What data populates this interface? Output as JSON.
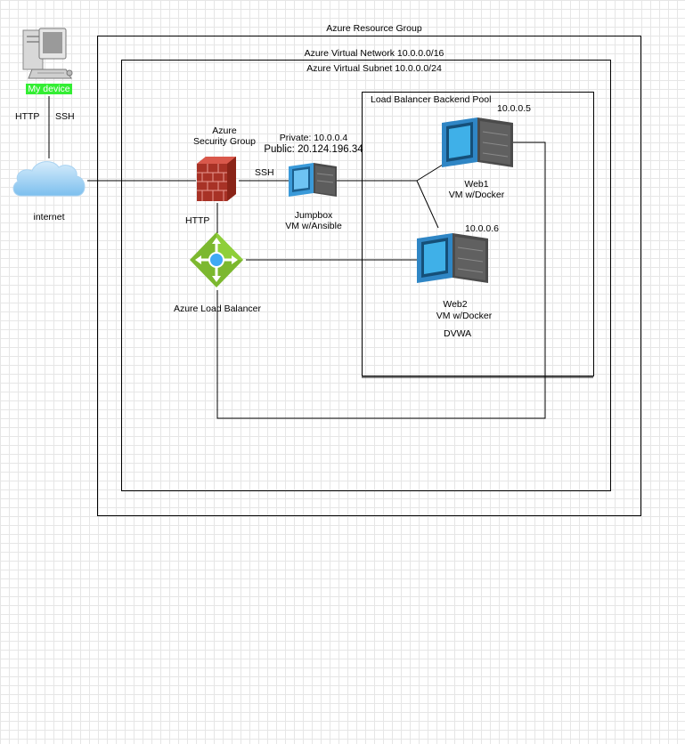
{
  "containers": {
    "resource_group": "Azure Resource Group",
    "virtual_network": "Azure Virtual Network 10.0.0.0/16",
    "virtual_subnet": "Azure Virtual Subnet 10.0.0.0/24",
    "backend_pool": "Load Balancer Backend Pool"
  },
  "nodes": {
    "my_device": "My device",
    "internet": "internet",
    "security_group_line1": "Azure",
    "security_group_line2": "Security Group",
    "load_balancer": "Azure Load Balancer",
    "jumpbox_private": "Private: 10.0.0.4",
    "jumpbox_public": "Public: 20.124.196.34",
    "jumpbox_name": "Jumpbox",
    "jumpbox_desc": "VM w/Ansible",
    "web1_ip": "10.0.0.5",
    "web1_name": "Web1",
    "web1_desc": "VM w/Docker",
    "web2_ip": "10.0.0.6",
    "web2_name": "Web2",
    "web2_desc": "VM w/Docker",
    "dvwa": "DVWA"
  },
  "edges": {
    "device_http": "HTTP",
    "device_ssh": "SSH",
    "sg_to_jumpbox": "SSH",
    "sg_to_lb": "HTTP"
  },
  "colors": {
    "device_tag_bg": "#33ee33",
    "firewall_red": "#c0392b",
    "lb_green": "#7cb82f",
    "lb_blue": "#3fa9f5",
    "cloud_blue": "#8cc8f0",
    "vm_blue": "#3a9ad9"
  }
}
